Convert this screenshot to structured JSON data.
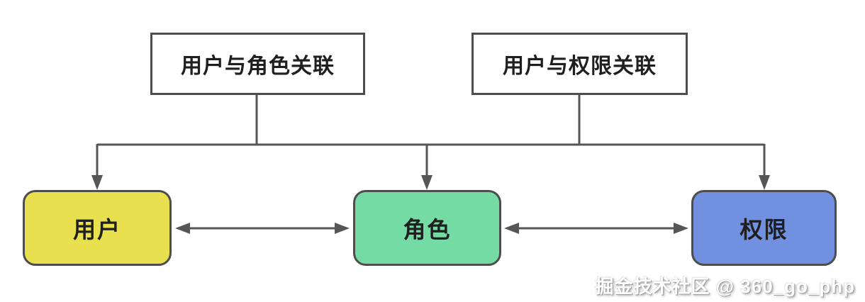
{
  "diagram": {
    "title_meaning": "RBAC association diagram",
    "top_nodes": [
      {
        "id": "user-role-association",
        "label": "用户与角色关联"
      },
      {
        "id": "user-permission-association",
        "label": "用户与权限关联"
      }
    ],
    "entity_nodes": [
      {
        "id": "user",
        "label": "用户",
        "fill": "#e8e04e"
      },
      {
        "id": "role",
        "label": "角色",
        "fill": "#74dba5"
      },
      {
        "id": "permission",
        "label": "权限",
        "fill": "#7190e0"
      }
    ],
    "edges": [
      {
        "from": "user-role-association",
        "to": "bus",
        "type": "stem"
      },
      {
        "from": "user-permission-association",
        "to": "bus",
        "type": "stem"
      },
      {
        "from": "bus",
        "to": "user",
        "type": "arrow-down"
      },
      {
        "from": "bus",
        "to": "role",
        "type": "arrow-down"
      },
      {
        "from": "bus",
        "to": "permission",
        "type": "arrow-down"
      },
      {
        "from": "user",
        "to": "role",
        "type": "double-arrow"
      },
      {
        "from": "role",
        "to": "permission",
        "type": "double-arrow"
      }
    ]
  },
  "colors": {
    "canvas_bg": "#ffffff",
    "line_color": "#565656",
    "border_color": "#4d4d4d",
    "text_color": "#1f1f1f",
    "node_user_bg": "#e8e04e",
    "node_role_bg": "#74dba5",
    "node_permission_bg": "#7190e0",
    "watermark_color": "#ffffff"
  },
  "watermark": {
    "text": "掘金技术社区 @ 360_go_php"
  }
}
